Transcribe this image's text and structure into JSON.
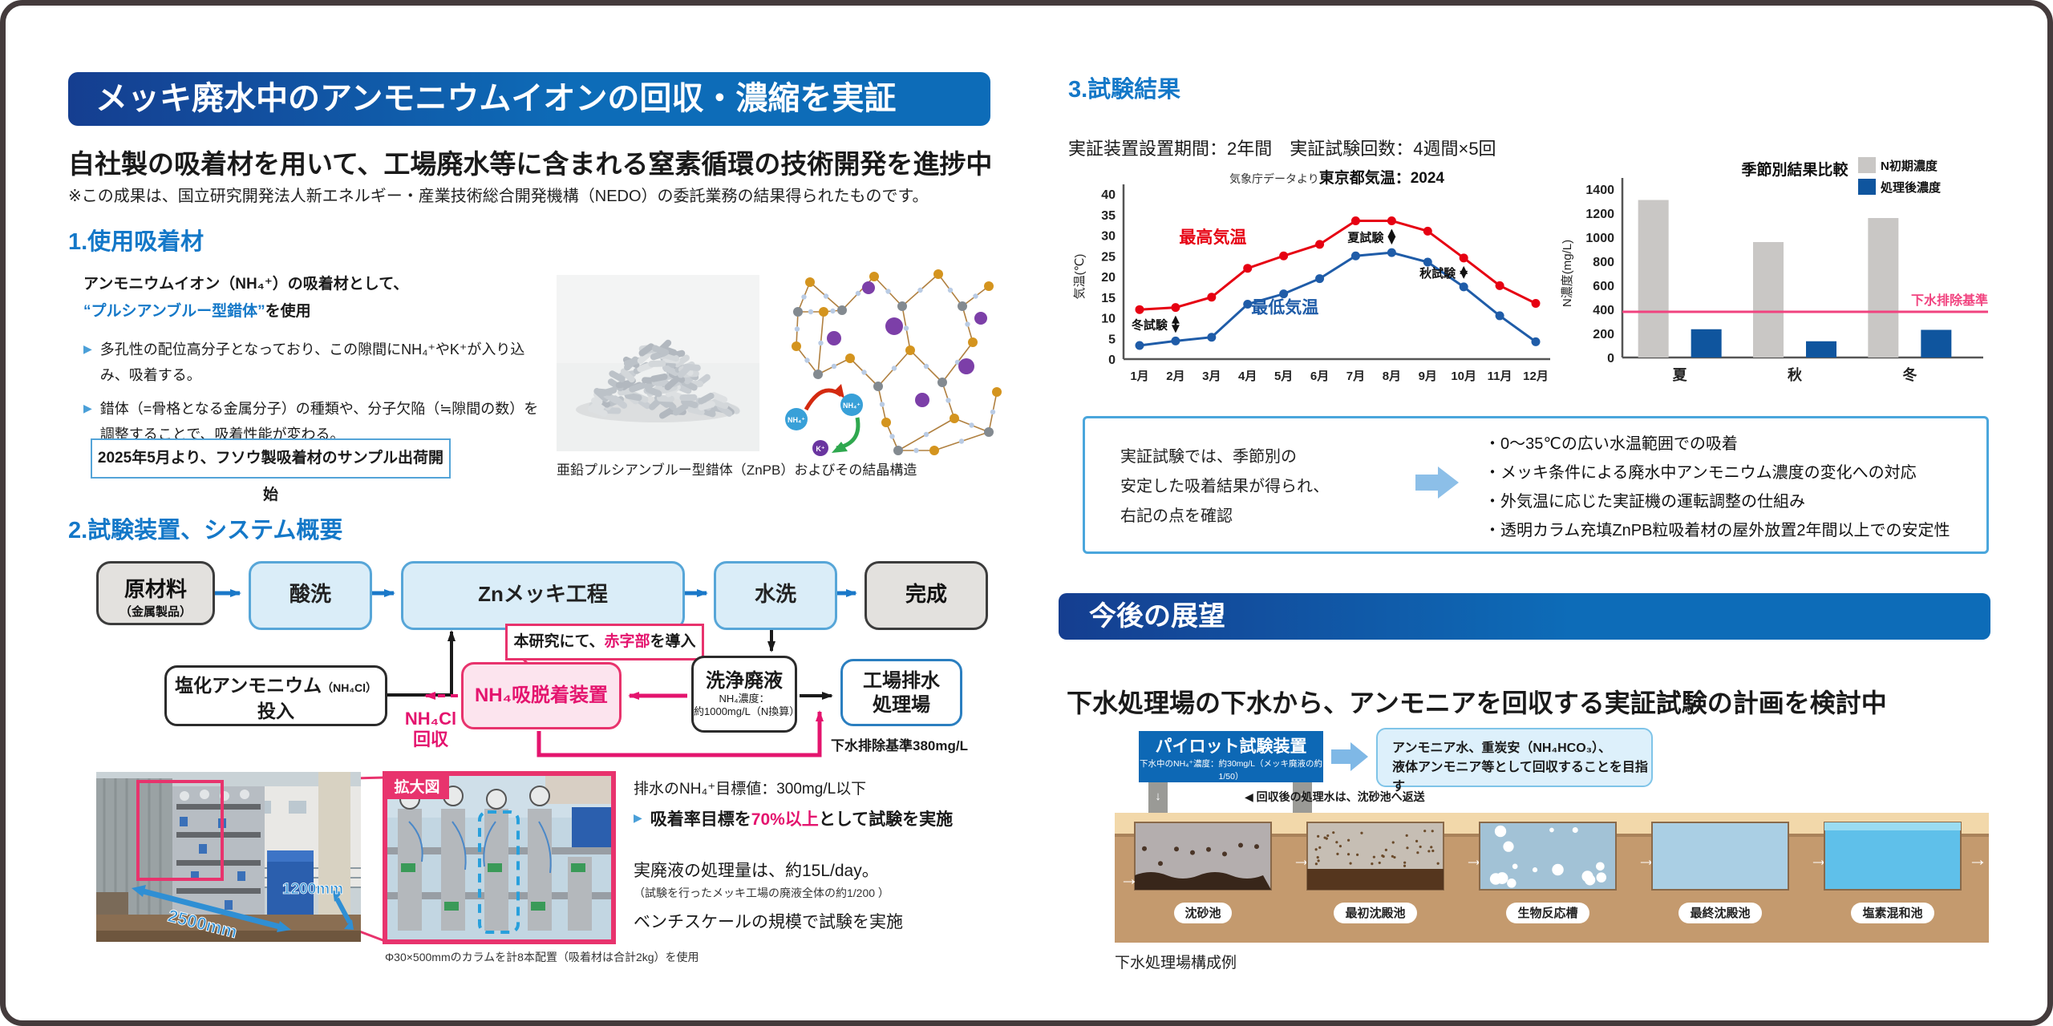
{
  "colors": {
    "accent_blue": "#0d6cb8",
    "section_blue": "#1478c8",
    "pink": "#e4146e",
    "red": "#e60012",
    "bar_gray": "#c9c7c5",
    "bar_blue": "#0f559e",
    "line_red": "#e60012",
    "line_blue": "#1f5ca8",
    "ref_pink": "#f1437f"
  },
  "left": {
    "banner": "メッキ廃水中のアンモニウムイオンの回収・濃縮を実証",
    "headline": "自社製の吸着材を用いて、工場廃水等に含まれる窒素循環の技術開発を進捗中",
    "note": "※この成果は、国立研究開発法人新エネルギー・産業技術総合開発機構（NEDO）の委託業務の結果得られたものです。",
    "sec1": {
      "title": "1.使用吸着材",
      "lead1": "アンモニウムイオン（NH₄⁺）の吸着材として、",
      "lead2_quote": "“プルシアンブルー型錯体”",
      "lead2_rest": "を使用",
      "b1": "多孔性の配位高分子となっており、この隙間にNH₄⁺やK⁺が入り込み、吸着する。",
      "b2": "錯体（=骨格となる金属分子）の種類や、分子欠陥（≒隙間の数）を調整することで、吸着性能が変わる。",
      "callout": "2025年5月より、フソウ製吸着材のサンプル出荷開始",
      "fig_caption": "亜鉛プルシアンブルー型錯体（ZnPB）およびその結晶構造",
      "crystal": {
        "nh4_out": "NH₄⁺",
        "nh4_in": "NH₄⁺",
        "k": "K⁺"
      }
    },
    "sec2": {
      "title": "2.試験装置、システム概要",
      "flow": {
        "raw1": "原材料",
        "raw2": "（金属製品）",
        "acid": "酸洗",
        "zn": "Znメッキ工程",
        "rinse": "水洗",
        "done": "完成"
      },
      "callout_pre": "本研究にて、",
      "callout_red": "赤字部",
      "callout_post": "を導入",
      "device": "NH₄吸脱着装置",
      "waste_title": "洗浄廃液",
      "waste_sub1": "NH₄濃度：",
      "waste_sub2": "約1000mg/L（N換算）",
      "plant1": "工場排水",
      "plant2": "処理場",
      "standard": "下水排除基準380mg/L",
      "nh4cl_main": "塩化アンモニウム",
      "nh4cl_small": "（NH₄Cl）",
      "nh4cl_line2": "投入",
      "recovery1": "NH₄Cl",
      "recovery2": "回収",
      "photo": {
        "dim_w": "2500mm",
        "dim_h": "1200mm",
        "tag": "拡大図",
        "caption": "Φ30×500mmのカラムを計8本配置（吸着材は合計2kg）を使用"
      },
      "target1": "排水のNH₄⁺目標値：300mg/L以下",
      "target2_pre": "吸着率目標を",
      "target2_hl": "70%以上",
      "target2_post": "として試験を実施",
      "bench1": "実廃液の処理量は、約15L/day。",
      "bench2": "（試験を行ったメッキ工場の廃液全体の約1/200 ）",
      "bench3": "ベンチスケールの規模で試験を実施"
    }
  },
  "right": {
    "sec3_title": "3.試験結果",
    "conditions": "実証装置設置期間：2年間　実証試験回数：4週間×5回",
    "results_box": {
      "l1": "実証試験では、季節別の",
      "l2": "安定した吸着結果が得られ、",
      "l3": "右記の点を確認",
      "b1": "・0～35℃の広い水温範囲での吸着",
      "b2": "・メッキ条件による廃水中アンモニウム濃度の変化への対応",
      "b3": "・外気温に応じた実証機の運転調整の仕組み",
      "b4": "・透明カラム充填ZnPB粒吸着材の屋外放置2年間以上での安定性"
    },
    "banner": "今後の展望",
    "headline": "下水処理場の下水から、アンモニアを回収する実証試験の計画を検討中",
    "pilot": {
      "title": "パイロット試験装置",
      "sub": "下水中のNH₄⁺濃度：約30mg/L（メッキ廃液の約1/50）",
      "goal1": "アンモニア水、重炭安（NH₄HCO₃）、",
      "goal2": "液体アンモニア等として回収することを目指す",
      "note": "◀ 回収後の処理水は、沈砂池へ返送",
      "tanks": [
        "沈砂池",
        "最初沈殿池",
        "生物反応槽",
        "最終沈殿池",
        "塩素混和池"
      ],
      "caption": "下水処理場構成例"
    }
  },
  "chart_data": [
    {
      "type": "line",
      "title_prefix": "気象庁データより",
      "title_bold": "東京都気温：2024",
      "ylabel": "気温(℃)",
      "ylim": [
        0,
        40
      ],
      "ytick_step": 5,
      "x_labels": [
        "1月",
        "2月",
        "3月",
        "4月",
        "5月",
        "6月",
        "7月",
        "8月",
        "9月",
        "10月",
        "11月",
        "12月"
      ],
      "grid": false,
      "legend_position": "inline-labels",
      "series": [
        {
          "name": "最高気温",
          "color": "#e60012",
          "label_pos": {
            "x": 2.1,
            "y": 28.2
          },
          "values": [
            12,
            12.5,
            15,
            22,
            25,
            27.8,
            33.5,
            33.5,
            31,
            24.5,
            17.8,
            13.5
          ]
        },
        {
          "name": "最低気温",
          "color": "#1f5ca8",
          "label_pos": {
            "x": 4.1,
            "y": 11.2
          },
          "values": [
            3.3,
            4.4,
            5.3,
            13.3,
            15.8,
            19.5,
            25,
            25.8,
            23.5,
            17.5,
            10.5,
            4.2
          ]
        }
      ],
      "annotations": [
        {
          "label": "冬試験",
          "month": 2
        },
        {
          "label": "夏試験",
          "month": 8
        },
        {
          "label": "秋試験",
          "month": 10
        }
      ]
    },
    {
      "type": "bar",
      "title": "季節別結果比較",
      "ylabel": "N濃度(mg/L)",
      "ylim": [
        0,
        1400
      ],
      "ytick_step": 200,
      "categories": [
        "夏",
        "秋",
        "冬"
      ],
      "grid": false,
      "legend_position": "top-right",
      "series": [
        {
          "name": "N初期濃度",
          "color": "#c9c7c5",
          "values": [
            1310,
            960,
            1160
          ]
        },
        {
          "name": "処理後濃度",
          "color": "#0f559e",
          "values": [
            235,
            135,
            230
          ]
        }
      ],
      "ref_line": {
        "value": 380,
        "label": "下水排除基準",
        "color": "#f1437f"
      }
    }
  ]
}
